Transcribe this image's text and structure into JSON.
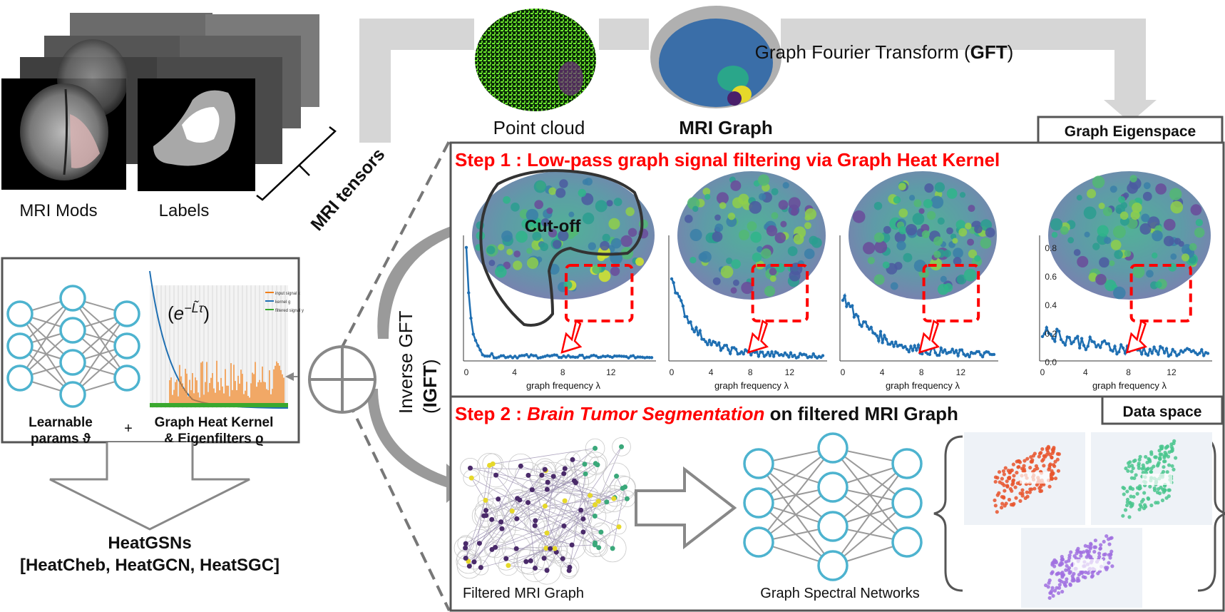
{
  "colors": {
    "accent_red": "#ff0000",
    "node_blue": "#4db3cf",
    "signal_blue": "#1f6fb2",
    "pointcloud_green": "#6be62e",
    "gray_arrow": "#bdbdbd",
    "seg_red": "#e8542c",
    "seg_green": "#49c68d",
    "seg_purple": "#a070e0"
  },
  "input": {
    "mri_mods_label": "MRI Mods",
    "labels_label": "Labels",
    "tensors_label": "MRI tensors"
  },
  "top": {
    "point_cloud_label": "Point cloud",
    "mri_graph_label": "MRI Graph",
    "gft_prefix": "Graph Fourier Transform (",
    "gft_abbrev": "GFT",
    "gft_suffix": ")"
  },
  "left_panel": {
    "formula": "(e^{-L̃τ})",
    "legend": [
      "input signal x",
      "kernel g",
      "filtered signal y"
    ],
    "learnable_line1": "Learnable",
    "learnable_line2": "params ϑ",
    "plus": "+",
    "heat_line1": "Graph Heat Kernel",
    "heat_line2": "& Eigenfilters ϱ",
    "result_line1": "HeatGSNs",
    "result_line2": "[HeatCheb, HeatGCN, HeatSGC]"
  },
  "igft": {
    "line1": "Inverse GFT",
    "line2": "(IGFT)"
  },
  "eigenspace": {
    "box_label": "Graph Eigenspace",
    "step1_title": "Step 1 : Low-pass graph signal filtering via Graph Heat Kernel",
    "cutoff_label": "Cut-off",
    "xlabel": "graph frequency λ",
    "x_ticks": [
      "0",
      "4",
      "8",
      "12"
    ],
    "y_ticks": [
      "0.0",
      "0.2",
      "0.4",
      "0.6",
      "0.8"
    ]
  },
  "dataspace": {
    "box_label": "Data space",
    "step2_prefix": "Step 2 : ",
    "step2_italic": "Brain Tumor Segmentation",
    "step2_suffix": " on filtered MRI Graph",
    "filtered_label": "Filtered MRI Graph",
    "networks_label": "Graph Spectral Networks"
  }
}
